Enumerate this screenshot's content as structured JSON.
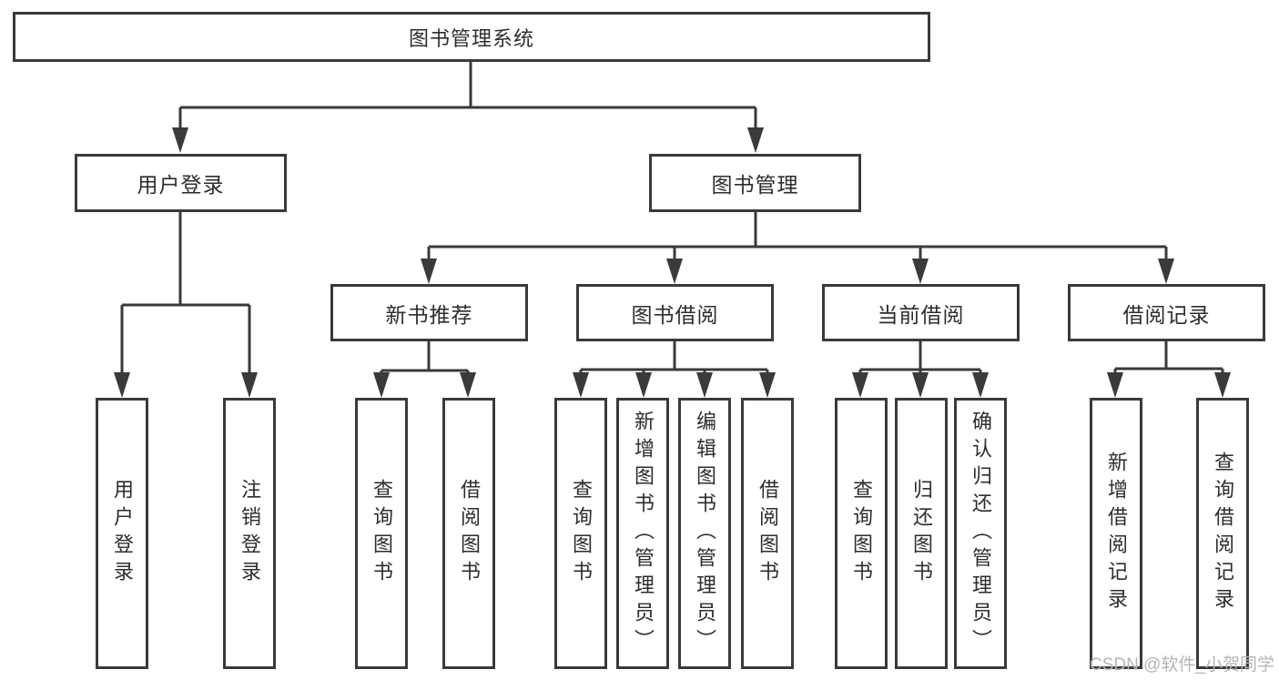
{
  "tree": {
    "label": "图书管理系统",
    "children": [
      {
        "label": "用户登录",
        "children": [
          {
            "label": "用户登录"
          },
          {
            "label": "注销登录"
          }
        ]
      },
      {
        "label": "图书管理",
        "children": [
          {
            "label": "新书推荐",
            "children": [
              {
                "label": "查询图书"
              },
              {
                "label": "借阅图书"
              }
            ]
          },
          {
            "label": "图书借阅",
            "children": [
              {
                "label": "查询图书"
              },
              {
                "label": "新增图书（管理员）"
              },
              {
                "label": "编辑图书（管理员）"
              },
              {
                "label": "借阅图书"
              }
            ]
          },
          {
            "label": "当前借阅",
            "children": [
              {
                "label": "查询图书"
              },
              {
                "label": "归还图书"
              },
              {
                "label": "确认归还（管理员）"
              }
            ]
          },
          {
            "label": "借阅记录",
            "children": [
              {
                "label": "新增借阅记录"
              },
              {
                "label": "查询借阅记录"
              }
            ]
          }
        ]
      }
    ]
  },
  "watermark": "CSDN @软件_小贺同学",
  "colors": {
    "line": "#3a3a3a",
    "text": "#2d2d2d",
    "watermark": "#b5b5b5",
    "background": "#ffffff"
  }
}
